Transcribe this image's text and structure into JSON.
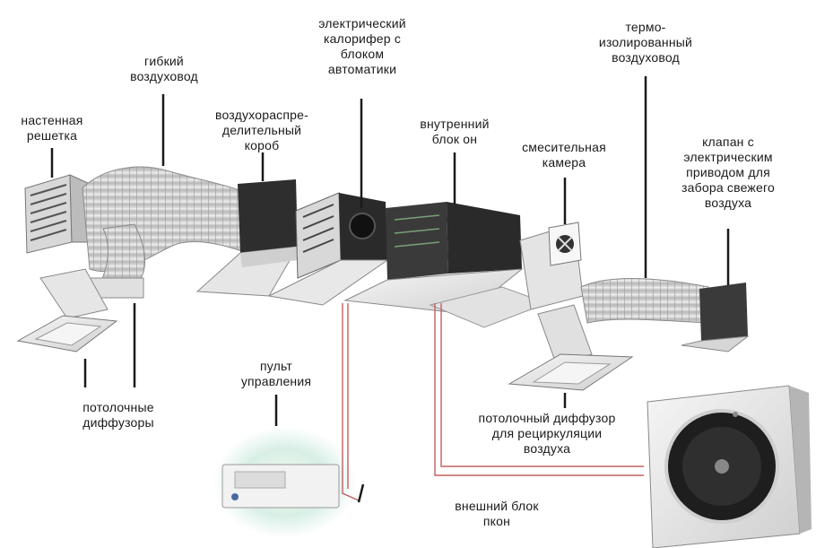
{
  "labels": {
    "wall_grille": "настенная\nрешетка",
    "flexible_duct": "гибкий\nвоздуховод",
    "distribution_box": "воздухораспре-\nделительный\nкороб",
    "electric_heater": "электрический\nкалорифер с\nблоком\nавтоматики",
    "indoor_unit": "внутренний\nблок он",
    "mixing_chamber": "смесительная\nкамера",
    "insulated_duct": "термо-\nизолированный\nвоздуховод",
    "fresh_air_valve": "клапан с\nэлектрическим\nприводом для\nзабора свежего\nвоздуха",
    "ceiling_diffusers": "потолочные\nдиффузоры",
    "remote_control": "пульт\nуправления",
    "recirculation_diffuser": "потолочный диффузор\nдля рециркуляции\nвоздуха",
    "outdoor_unit": "внешний блок\nпкон"
  },
  "colors": {
    "leader_line": "#1a1a1a",
    "pipe_line": "#c06060",
    "metal_light": "#e8e8e8",
    "metal_dark": "#2a2a2a",
    "duct_foil": "#c9c9c9"
  }
}
